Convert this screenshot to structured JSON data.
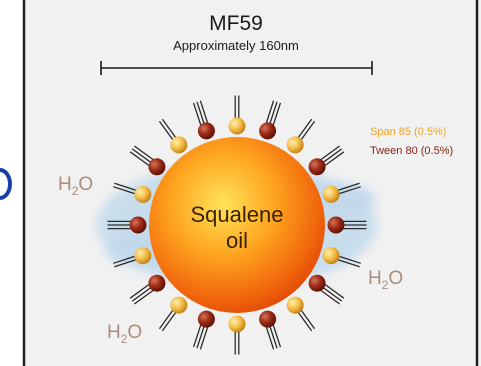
{
  "title": "MF59",
  "size_label": "Approximately 160nm",
  "core_label_line1": "Squalene",
  "core_label_line2": "oil",
  "legend": {
    "span": "Span 85 (0.5%)",
    "tween": "Tween 80 (0.5%)"
  },
  "water_label_base": "H",
  "water_label_sub": "2",
  "water_label_tail": "O",
  "colors": {
    "panel": "#f1f1f1",
    "border": "#1d1d1d",
    "span_color": "#f2b13a",
    "tween_color": "#8a1e12",
    "water_text": "#a98d7a",
    "glow": "#9cc6e8",
    "edge_circle": "#1a3ea8"
  }
}
